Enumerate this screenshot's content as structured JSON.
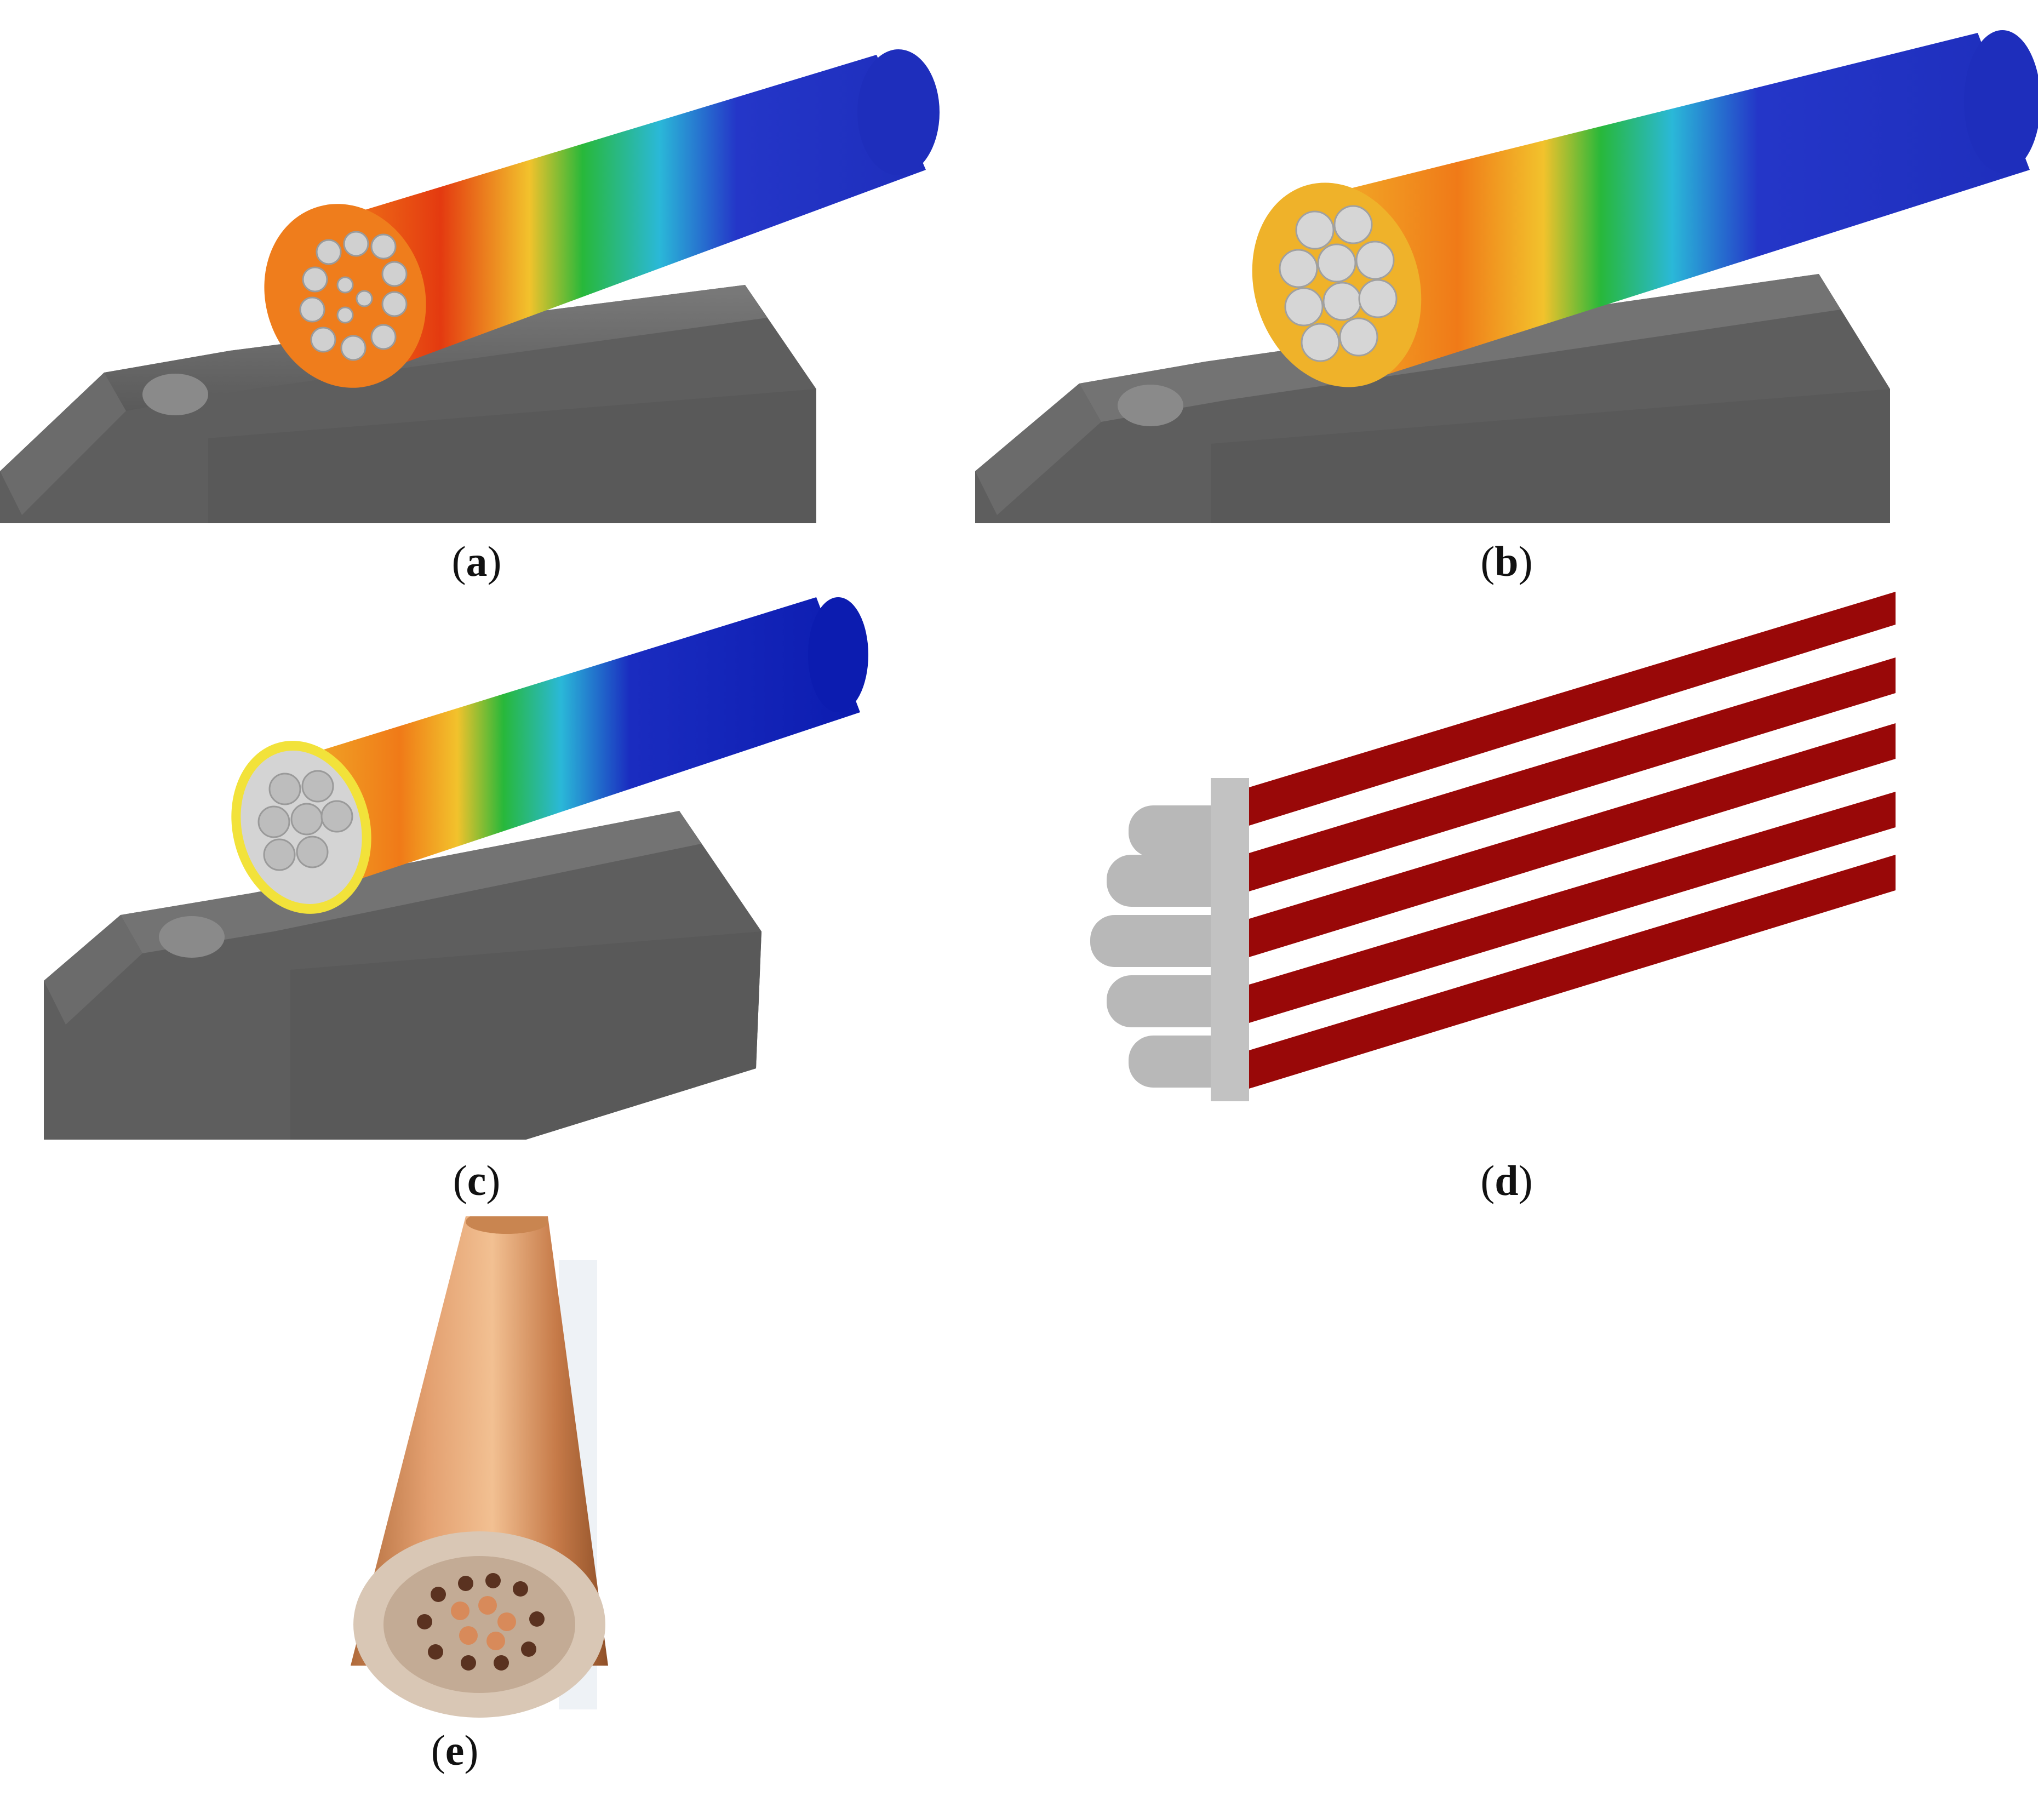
{
  "figure": {
    "panels": [
      {
        "id": "a",
        "label": "a",
        "kind": "simulation-rod-on-die",
        "colors": {
          "body": "#2436c8",
          "hot": "#f06a12",
          "die": "#5f5f5f"
        }
      },
      {
        "id": "b",
        "label": "b",
        "kind": "simulation-rod-on-die",
        "colors": {
          "body": "#2436c8",
          "hot": "#f0a020",
          "die": "#5f5f5f"
        }
      },
      {
        "id": "c",
        "label": "c",
        "kind": "simulation-rod-on-die",
        "colors": {
          "body": "#1a2cc0",
          "hot": "#e8a020",
          "die": "#5f5f5f"
        }
      },
      {
        "id": "d",
        "label": "d",
        "kind": "simulation-wire-strands",
        "colors": {
          "strand": "#990808",
          "mesh": "#b4b4b4"
        }
      },
      {
        "id": "e",
        "label": "e",
        "kind": "photo-copper-rod",
        "colors": {
          "copper": "#d58a55",
          "face": "#d9c7b5"
        }
      }
    ]
  }
}
